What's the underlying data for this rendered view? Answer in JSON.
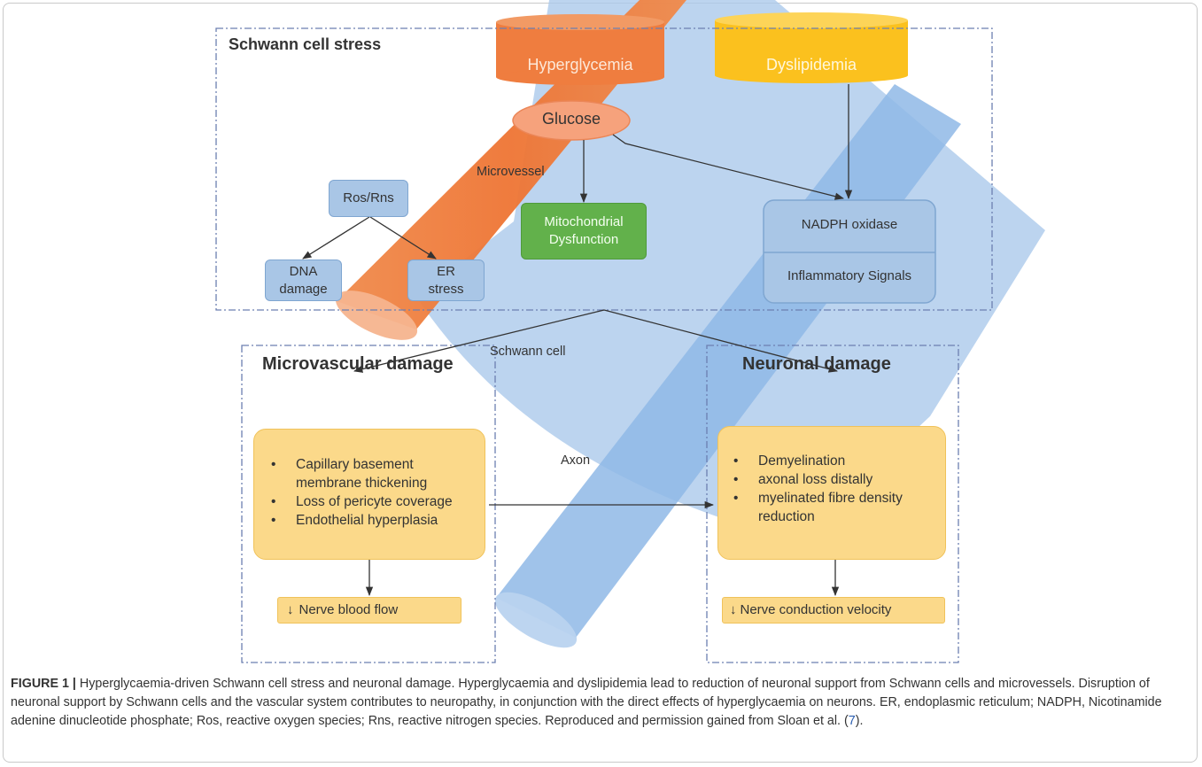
{
  "diagram": {
    "panels": {
      "stress_title": "Schwann cell stress",
      "micro_title": "Microvascular damage",
      "neuro_title": "Neuronal damage"
    },
    "nodes": {
      "hyperglycemia": "Hyperglycemia",
      "dyslipidemia": "Dyslipidemia",
      "glucose": "Glucose",
      "ros": "Ros/Rns",
      "dna_line1": "DNA",
      "dna_line2": "damage",
      "er_line1": "ER",
      "er_line2": "stress",
      "mito_line1": "Mitochondrial",
      "mito_line2": "Dysfunction",
      "nadph": "NADPH oxidase",
      "inflam": "Inflammatory Signals"
    },
    "structure_labels": {
      "microvessel": "Microvessel",
      "schwann": "Schwann cell",
      "axon": "Axon"
    },
    "micro_list": [
      "Capillary basement membrane thickening",
      "Loss of pericyte coverage",
      "Endothelial hyperplasia"
    ],
    "neuro_list": [
      "Demyelination",
      "axonal loss distally",
      "myelinated fibre density reduction"
    ],
    "outcomes": {
      "blood_flow_arrow": "↓",
      "blood_flow": "Nerve blood flow",
      "conduction_arrow": "↓",
      "conduction": "Nerve conduction velocity"
    },
    "colors": {
      "microvessel": "#ef7b3e",
      "schwann_cell": "#a9c8ea",
      "axon": "#8fb8e6",
      "hyperglycemia": "#ef7d3f",
      "dyslipidemia": "#fbc11e",
      "mitochondrial": "#62b14b"
    }
  },
  "caption": {
    "label": "FIGURE 1 |",
    "text": " Hyperglycaemia-driven Schwann cell stress and neuronal damage. Hyperglycaemia and dyslipidemia lead to reduction of neuronal support from Schwann cells and microvessels. Disruption of neuronal support by Schwann cells and the vascular system contributes to neuropathy, in conjunction with the direct effects of hyperglycaemia on neurons. ER, endoplasmic reticulum; NADPH, Nicotinamide adenine dinucleotide phosphate; Ros, reactive oxygen species; Rns, reactive nitrogen species. Reproduced and permission gained from Sloan et al. (",
    "ref": "7",
    "end": ")."
  }
}
